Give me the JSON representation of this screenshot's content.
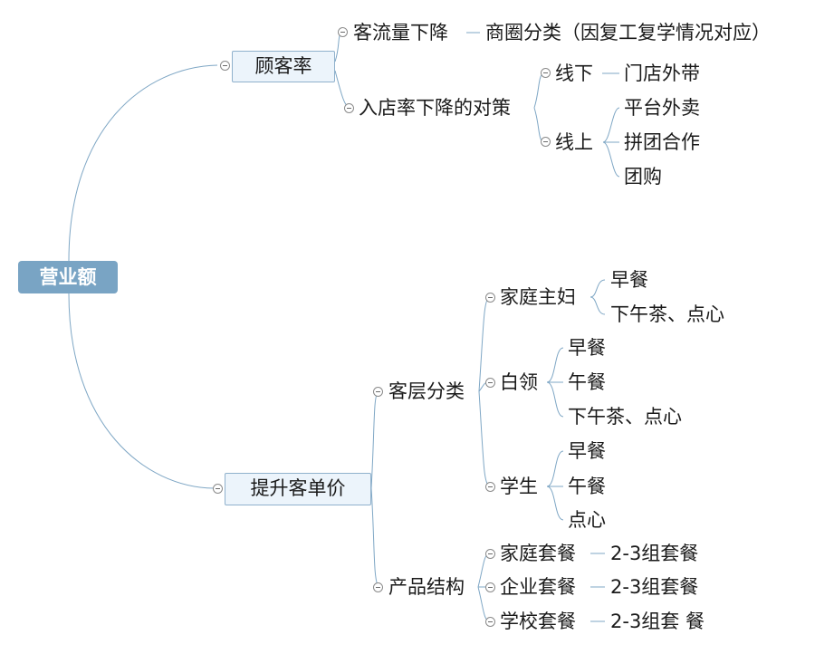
{
  "root": {
    "label": "营业额"
  },
  "branches": {
    "customer_rate": {
      "label": "顾客率",
      "traffic_drop": {
        "label": "客流量下降",
        "category": "商圈分类（因复工复学情况对应）"
      },
      "entry_rate": {
        "label": "入店率下降的对策",
        "offline": {
          "label": "线下",
          "items": [
            "门店外带"
          ]
        },
        "online": {
          "label": "线上",
          "items": [
            "平台外卖",
            "拼团合作",
            "团购"
          ]
        }
      }
    },
    "unit_price": {
      "label": "提升客单价",
      "segments": {
        "label": "客层分类",
        "housewife": {
          "label": "家庭主妇",
          "items": [
            "早餐",
            "下午茶、点心"
          ]
        },
        "white_collar": {
          "label": "白领",
          "items": [
            "早餐",
            "午餐",
            "下午茶、点心"
          ]
        },
        "student": {
          "label": "学生",
          "items": [
            "早餐",
            "午餐",
            "点心"
          ]
        }
      },
      "products": {
        "label": "产品结构",
        "family": {
          "label": "家庭套餐",
          "detail": "2-3组套餐"
        },
        "enterprise": {
          "label": "企业套餐",
          "detail": "2-3组套餐"
        },
        "school": {
          "label": "学校套餐",
          "detail": "2-3组套 餐"
        }
      }
    }
  },
  "colors": {
    "root_fill": "#79a4c4",
    "box_fill": "#ecf4fb",
    "box_border": "#8fb1cc",
    "link": "#7fa7c5"
  }
}
